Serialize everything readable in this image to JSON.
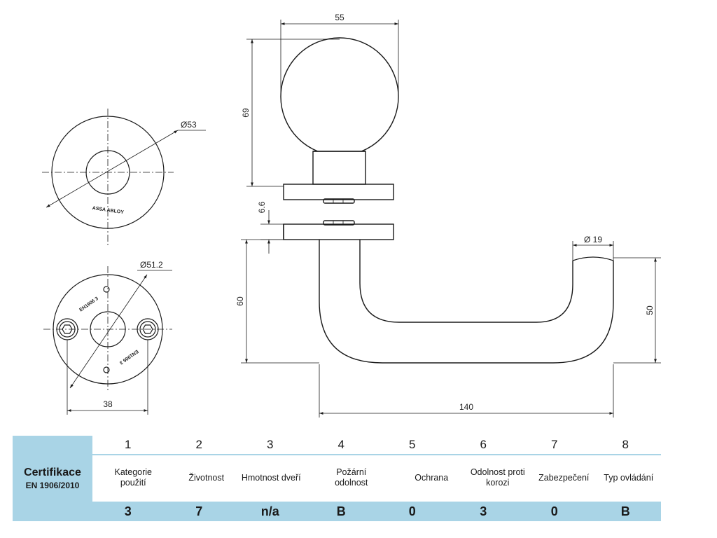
{
  "dimensions": {
    "knob_width": "55",
    "knob_height": "69",
    "rosette_top_diameter": "Ø53",
    "rosette_bottom_diameter": "Ø51.2",
    "screw_spacing": "38",
    "rosette_thickness": "6.6",
    "lever_diameter": "Ø 19",
    "lever_height": "60",
    "lever_end_height": "50",
    "lever_length": "140"
  },
  "markings": {
    "brand": "ASSA ABLOY",
    "norm_marking": "EN1906 3"
  },
  "certification": {
    "title": "Certifikace",
    "norm": "EN 1906/2010",
    "columns": [
      {
        "number": "1",
        "name": "Kategorie použití",
        "value": "3"
      },
      {
        "number": "2",
        "name": "Životnost",
        "value": "7"
      },
      {
        "number": "3",
        "name": "Hmotnost dveří",
        "value": "n/a"
      },
      {
        "number": "4",
        "name": "Požární odolnost",
        "value": "B"
      },
      {
        "number": "5",
        "name": "Ochrana",
        "value": "0"
      },
      {
        "number": "6",
        "name": "Odolnost proti korozi",
        "value": "3"
      },
      {
        "number": "7",
        "name": "Zabezpečení",
        "value": "0"
      },
      {
        "number": "8",
        "name": "Typ ovládání",
        "value": "B"
      }
    ]
  },
  "colors": {
    "accent": "#a9d4e6",
    "line": "#1a1a1a"
  }
}
